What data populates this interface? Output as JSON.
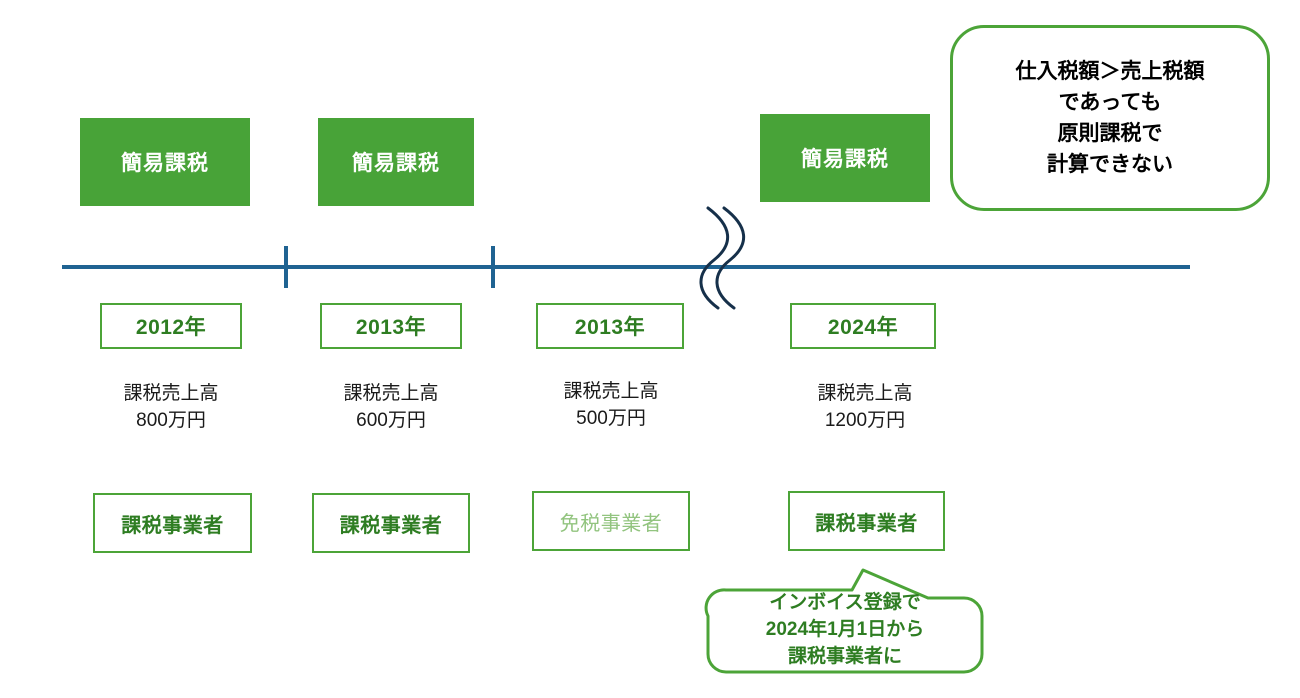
{
  "colors": {
    "green_fill": "#48A338",
    "green_border": "#4CA438",
    "green_text": "#2E7D22",
    "green_muted": "#92C47F",
    "timeline_blue": "#1F6392",
    "black_text": "#000000",
    "background": "#FFFFFF"
  },
  "timeline": {
    "tick_count": 2,
    "break_symbol": "axis-break"
  },
  "columns": [
    {
      "id": "col-2012",
      "kani_label": "簡易課税",
      "has_kani": true,
      "year": "2012年",
      "sales": "課税売上高\n800万円",
      "sales_label": "課税売上高",
      "sales_amount": "800万円",
      "status": "課税事業者",
      "status_muted": false
    },
    {
      "id": "col-2013a",
      "kani_label": "簡易課税",
      "has_kani": true,
      "year": "2013年",
      "sales": "課税売上高\n600万円",
      "sales_label": "課税売上高",
      "sales_amount": "600万円",
      "status": "課税事業者",
      "status_muted": false
    },
    {
      "id": "col-2013b",
      "kani_label": "",
      "has_kani": false,
      "year": "2013年",
      "sales": "課税売上高\n500万円",
      "sales_label": "課税売上高",
      "sales_amount": "500万円",
      "status": "免税事業者",
      "status_muted": true
    },
    {
      "id": "col-2024",
      "kani_label": "簡易課税",
      "has_kani": true,
      "year": "2024年",
      "sales": "課税売上高\n1200万円",
      "sales_label": "課税売上高",
      "sales_amount": "1200万円",
      "status": "課税事業者",
      "status_muted": false
    }
  ],
  "callout_top": {
    "text": "仕入税額＞売上税額\nであっても\n原則課税で\n計算できない",
    "line1": "仕入税額＞売上税額",
    "line2": "であっても",
    "line3": "原則課税で",
    "line4": "計算できない"
  },
  "callout_bottom": {
    "text": "インボイス登録で\n2024年1月1日から\n課税事業者に",
    "line1": "インボイス登録で",
    "line2": "2024年1月1日から",
    "line3": "課税事業者に"
  }
}
